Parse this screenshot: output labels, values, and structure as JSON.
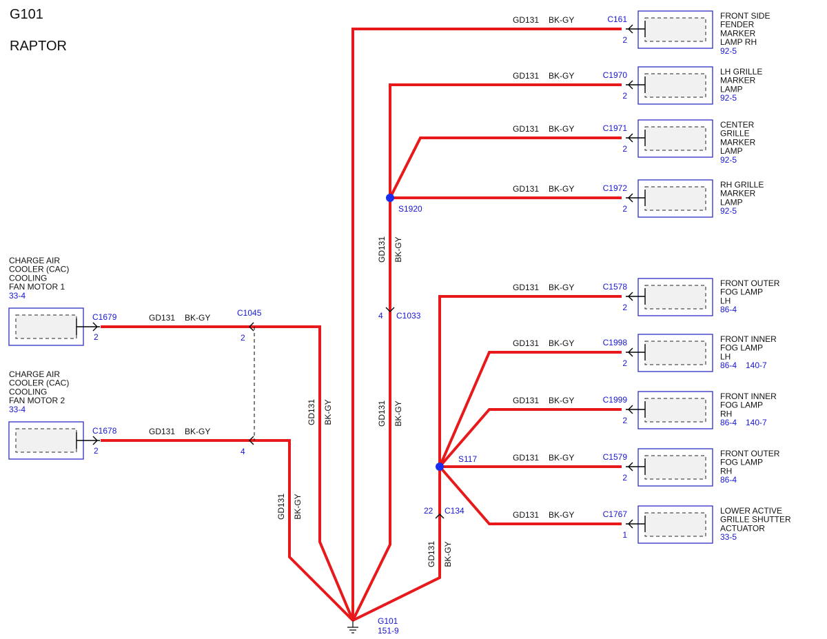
{
  "header": {
    "ground_id": "G101",
    "model": "RAPTOR"
  },
  "circuit": {
    "id": "GD131",
    "color": "BK-GY"
  },
  "colors": {
    "wire": "#e8191b",
    "splice": "#1a2ef0",
    "ref_text": "#1515d2",
    "box_border": "#3c3cc8"
  },
  "ground": {
    "id": "G101",
    "ref": "151-9"
  },
  "splices": [
    {
      "id": "S1920"
    },
    {
      "id": "S117"
    }
  ],
  "inline_connectors": [
    {
      "id": "C1045",
      "pin_top": "2",
      "pin_bottom": "4"
    },
    {
      "id": "C1033",
      "pin": "4"
    },
    {
      "id": "C134",
      "pin": "22"
    }
  ],
  "right_components": [
    {
      "connector": "C161",
      "pin": "2",
      "name": [
        "FRONT SIDE",
        "FENDER",
        "MARKER",
        "LAMP RH"
      ],
      "refs": [
        "92-5"
      ]
    },
    {
      "connector": "C1970",
      "pin": "2",
      "name": [
        "LH GRILLE",
        "MARKER",
        "LAMP"
      ],
      "refs": [
        "92-5"
      ]
    },
    {
      "connector": "C1971",
      "pin": "2",
      "name": [
        "CENTER",
        "GRILLE",
        "MARKER",
        "LAMP"
      ],
      "refs": [
        "92-5"
      ]
    },
    {
      "connector": "C1972",
      "pin": "2",
      "name": [
        "RH GRILLE",
        "MARKER",
        "LAMP"
      ],
      "refs": [
        "92-5"
      ]
    },
    {
      "connector": "C1578",
      "pin": "2",
      "name": [
        "FRONT OUTER",
        "FOG LAMP",
        "LH"
      ],
      "refs": [
        "86-4"
      ]
    },
    {
      "connector": "C1998",
      "pin": "2",
      "name": [
        "FRONT INNER",
        "FOG LAMP",
        "LH"
      ],
      "refs": [
        "86-4",
        "140-7"
      ]
    },
    {
      "connector": "C1999",
      "pin": "2",
      "name": [
        "FRONT INNER",
        "FOG LAMP",
        "RH"
      ],
      "refs": [
        "86-4",
        "140-7"
      ]
    },
    {
      "connector": "C1579",
      "pin": "2",
      "name": [
        "FRONT OUTER",
        "FOG LAMP",
        "RH"
      ],
      "refs": [
        "86-4"
      ]
    },
    {
      "connector": "C1767",
      "pin": "1",
      "name": [
        "LOWER ACTIVE",
        "GRILLE SHUTTER",
        "ACTUATOR"
      ],
      "refs": [
        "33-5"
      ]
    }
  ],
  "left_components": [
    {
      "connector": "C1679",
      "pin": "2",
      "name": [
        "CHARGE AIR",
        "COOLER (CAC)",
        "COOLING",
        "FAN MOTOR 1"
      ],
      "refs": [
        "33-4"
      ]
    },
    {
      "connector": "C1678",
      "pin": "2",
      "name": [
        "CHARGE AIR",
        "COOLER (CAC)",
        "COOLING",
        "FAN MOTOR 2"
      ],
      "refs": [
        "33-4"
      ]
    }
  ]
}
